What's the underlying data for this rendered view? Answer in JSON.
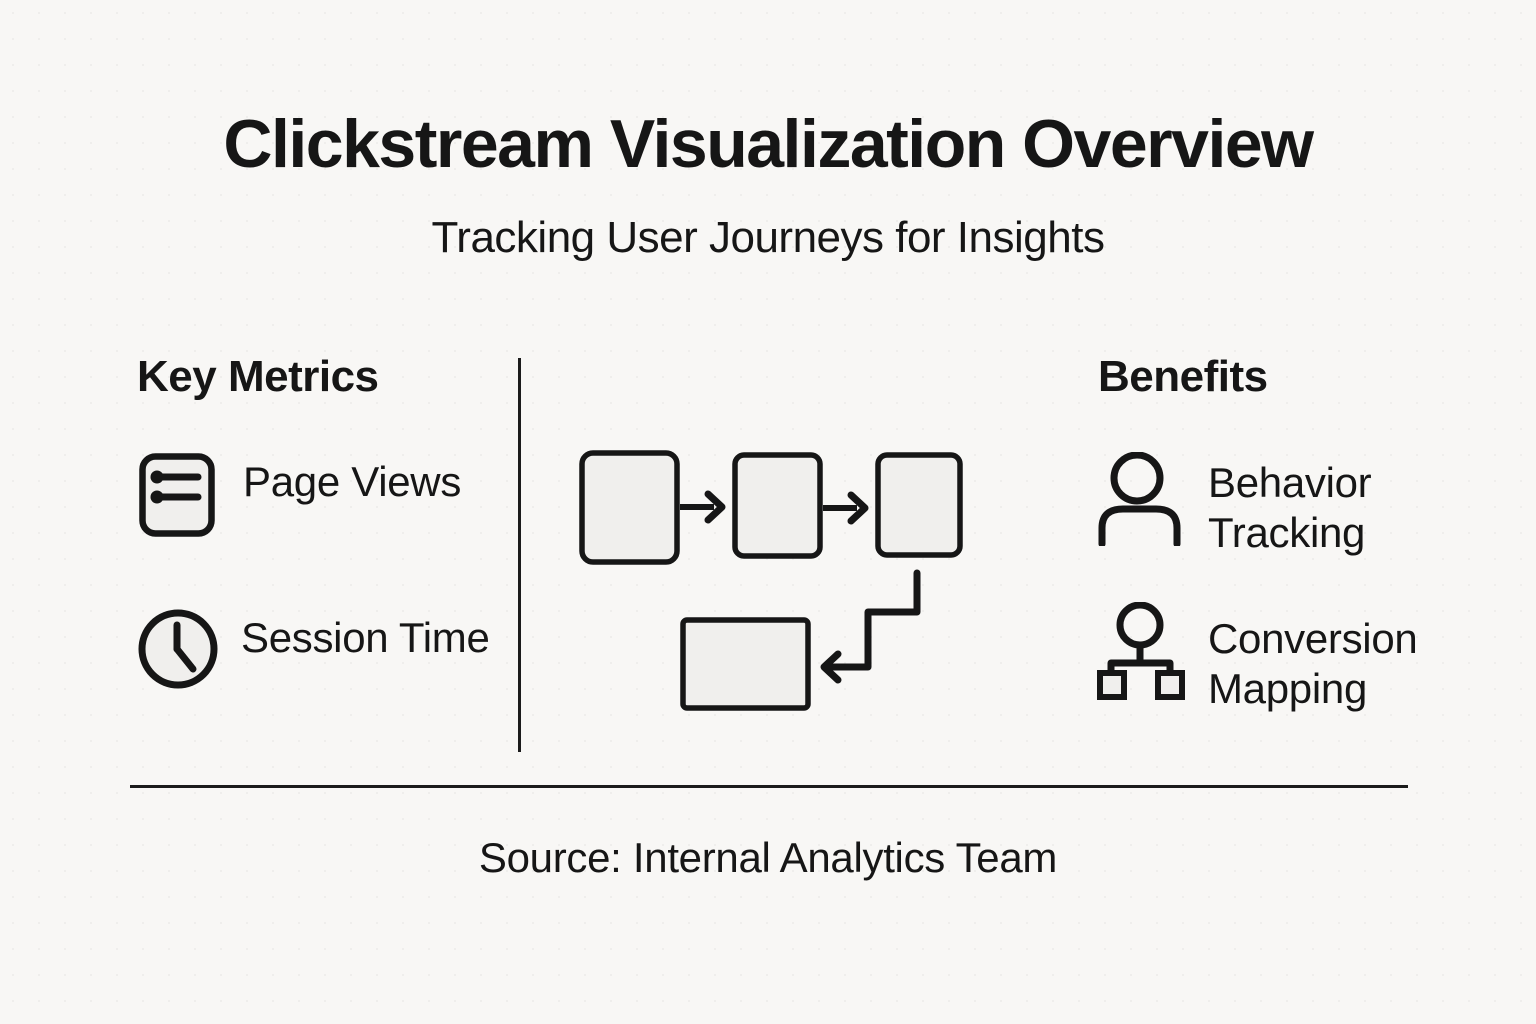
{
  "page": {
    "title": "Clickstream Visualization Overview",
    "subtitle": "Tracking User Journeys for Insights"
  },
  "key_metrics": {
    "heading": "Key Metrics",
    "items": [
      {
        "icon": "list-icon",
        "label": "Page Views"
      },
      {
        "icon": "clock-icon",
        "label": "Session Time"
      }
    ]
  },
  "benefits": {
    "heading": "Benefits",
    "items": [
      {
        "icon": "user-icon",
        "label": "Behavior Tracking"
      },
      {
        "icon": "hierarchy-icon",
        "label": "Conversion Mapping"
      }
    ]
  },
  "flow_diagram": {
    "type": "flowchart",
    "nodes": [
      "step-1",
      "step-2",
      "step-3",
      "step-4"
    ],
    "connections": [
      {
        "from": "step-1",
        "to": "step-2",
        "arrow": "right"
      },
      {
        "from": "step-2",
        "to": "step-3",
        "arrow": "right"
      },
      {
        "from": "step-3",
        "to": "step-4",
        "arrow": "elbow-down-left"
      }
    ]
  },
  "footer": {
    "source": "Source: Internal Analytics Team"
  },
  "colors": {
    "background": "#f8f7f5",
    "text": "#161616",
    "node_fill": "#f0efed",
    "stroke": "#161616"
  }
}
